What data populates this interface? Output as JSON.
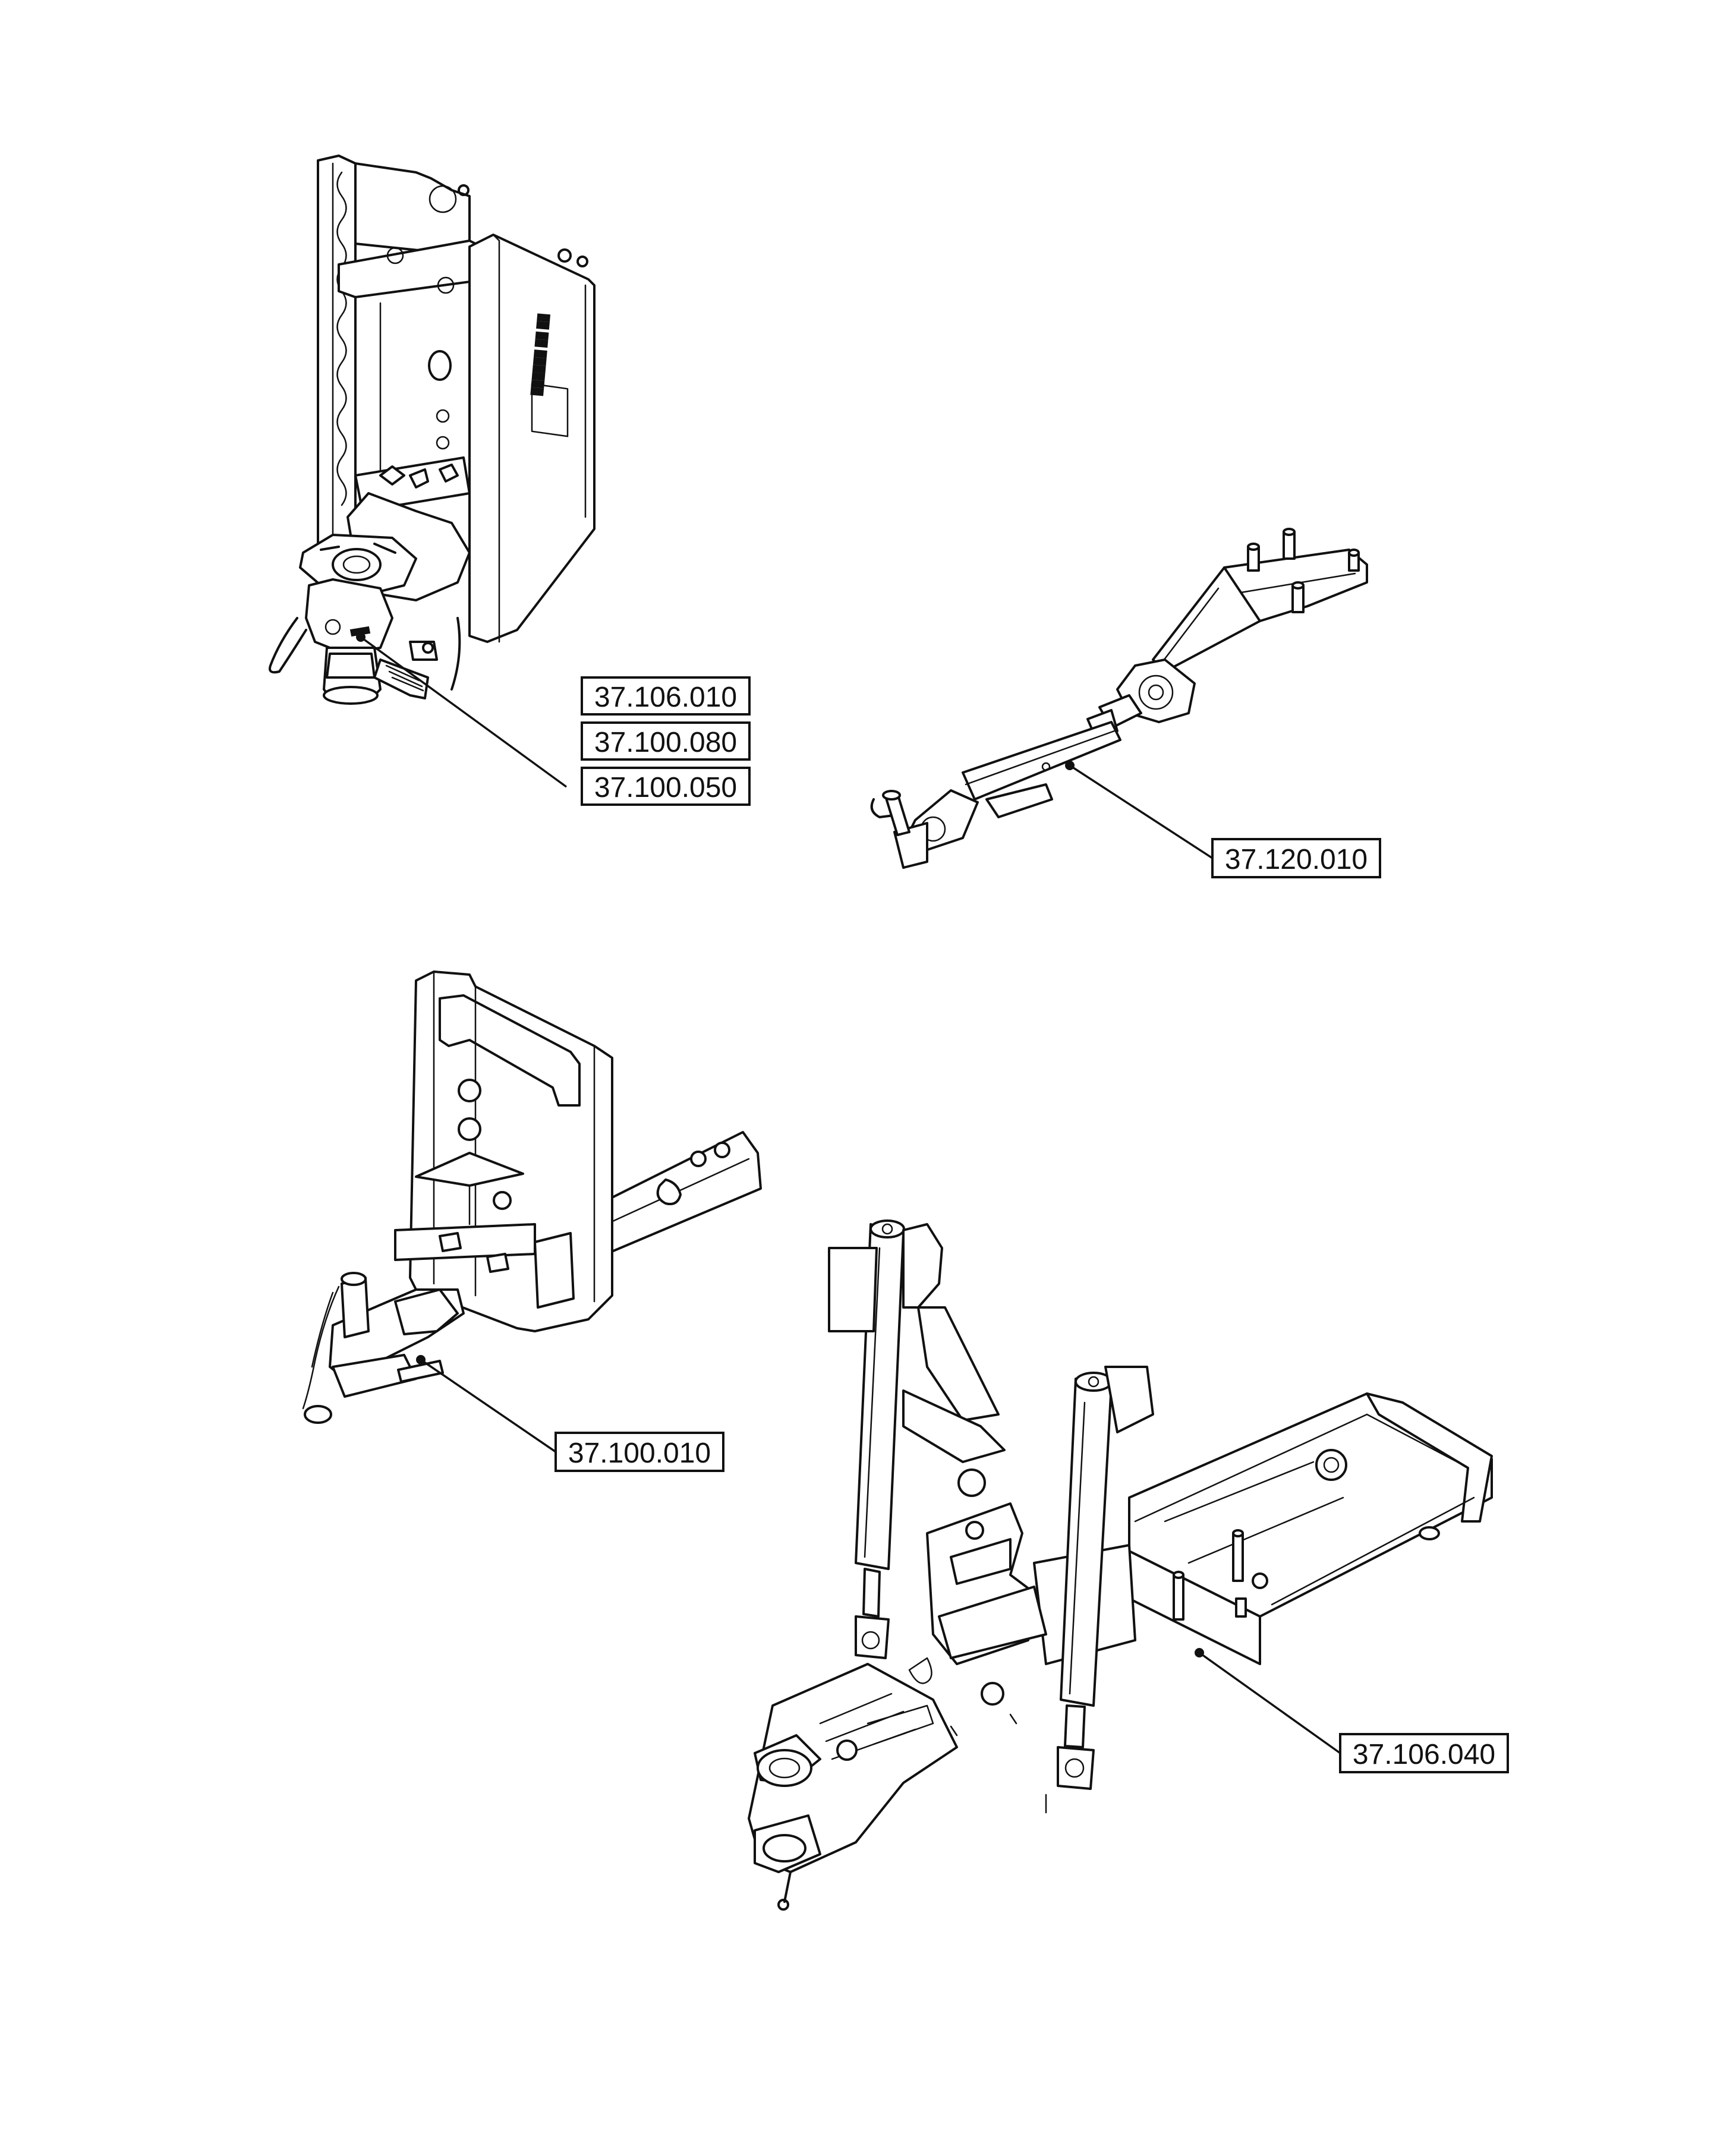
{
  "callouts": {
    "trailer_hitch_group": [
      {
        "code": "37.106.010"
      },
      {
        "code": "37.100.080"
      },
      {
        "code": "37.100.050"
      }
    ],
    "top_link_arm": {
      "code": "37.120.010"
    },
    "drawbar_bracket": {
      "code": "37.100.010"
    },
    "three_point_hitch": {
      "code": "37.106.040"
    }
  },
  "colors": {
    "line": "#111111",
    "background": "#ffffff"
  }
}
